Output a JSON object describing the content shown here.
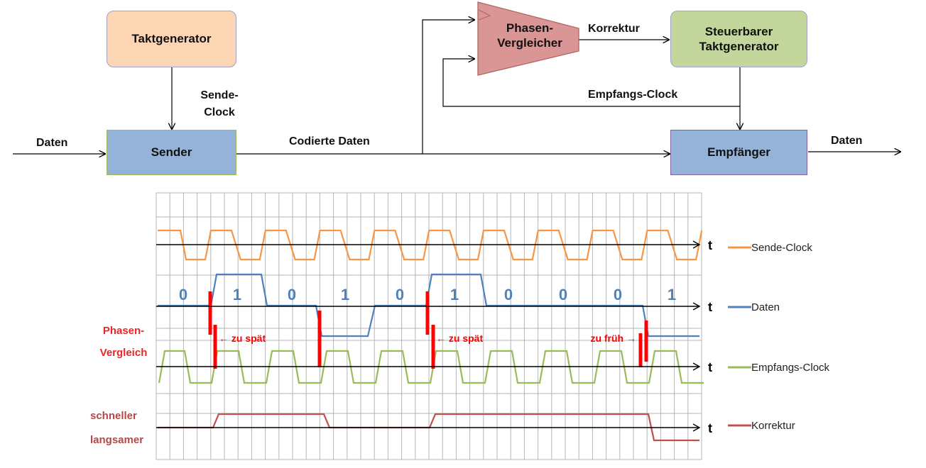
{
  "block_diagram": {
    "clock_generator": "Taktgenerator",
    "sender": "Sender",
    "phase_comparator": [
      "Phasen-",
      "Vergleicher"
    ],
    "controlled_clock_generator": [
      "Steuerbarer",
      "Taktgenerator"
    ],
    "receiver": "Empfänger",
    "input_data": "Daten",
    "output_data": "Daten",
    "send_clock": [
      "Sende-",
      "Clock"
    ],
    "encoded_data": "Codierte Daten",
    "correction": "Korrektur",
    "receive_clock": "Empfangs-Clock",
    "colors": {
      "clock_generator_fill": "#fcd5b5",
      "box_blue_fill": "#95b3d7",
      "comparator_fill": "#d99694",
      "controlled_clock_fill": "#c3d69b"
    }
  },
  "timing_diagram": {
    "axis_label": "t",
    "data_bits": [
      "0",
      "1",
      "0",
      "1",
      "0",
      "1",
      "0",
      "0",
      "0",
      "1"
    ],
    "left_labels": {
      "phase_compare": [
        "Phasen-",
        "Vergleich"
      ],
      "faster": "schneller",
      "slower": "langsamer"
    },
    "annotations": [
      "zu spät",
      "zu spät",
      "zu früh"
    ],
    "signals": [
      {
        "name": "Sende-Clock",
        "color": "#f79646",
        "type": "clock"
      },
      {
        "name": "Daten",
        "color": "#4f81bd",
        "type": "data"
      },
      {
        "name": "Empfangs-Clock",
        "color": "#9bbb59",
        "type": "clock"
      },
      {
        "name": "Korrektur",
        "color": "#c0504d",
        "type": "level"
      }
    ],
    "phase_marker_color": "#ff0000",
    "grid": true
  }
}
